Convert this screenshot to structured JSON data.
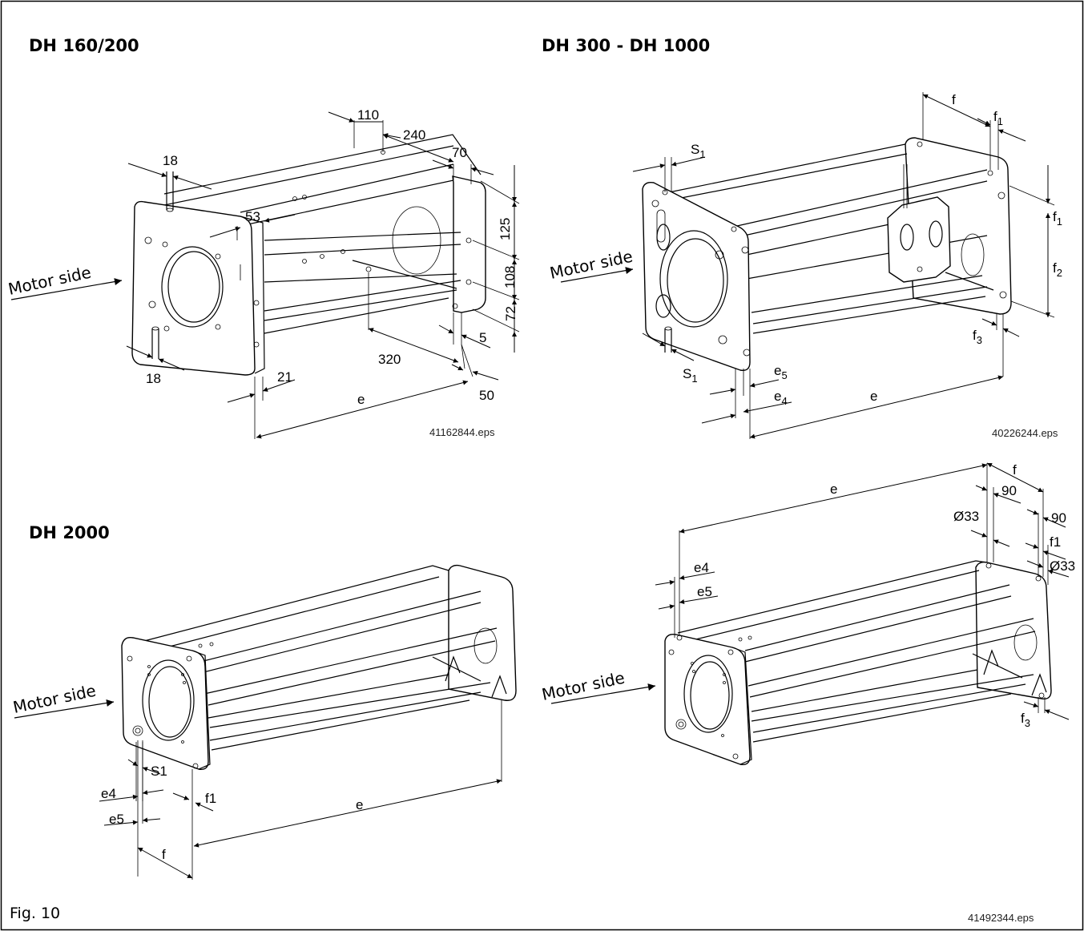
{
  "figure": {
    "caption": "Fig. 10",
    "panels": {
      "dh160": {
        "title": "DH 160/200",
        "motor_side": "Motor side",
        "file": "41162844.eps",
        "dims": {
          "d18a": "18",
          "d18b": "18",
          "d110": "110",
          "d240": "240",
          "d70": "70",
          "d53": "53",
          "d125": "125",
          "d108": "108",
          "d72": "72",
          "d5": "5",
          "d320": "320",
          "d21": "21",
          "d50": "50",
          "e": "e"
        }
      },
      "dh300": {
        "title": "DH 300 - DH 1000",
        "motor_side": "Motor side",
        "file": "40226244.eps",
        "dims": {
          "f": "f",
          "f1a": "f",
          "f1a_sub": "1",
          "f1b": "f",
          "f1b_sub": "1",
          "f2": "f",
          "f2_sub": "2",
          "f3": "f",
          "f3_sub": "3",
          "s1a": "S",
          "s1a_sub": "1",
          "s1b": "S",
          "s1b_sub": "1",
          "e5": "e",
          "e5_sub": "5",
          "e4": "e",
          "e4_sub": "4",
          "e": "e"
        }
      },
      "dh2000": {
        "title": "DH 2000",
        "motor_side": "Motor side",
        "dims": {
          "s1": "S1",
          "e4": "e4",
          "e5": "e5",
          "f1": "f1",
          "f": "f",
          "e": "e"
        }
      },
      "dh2000b": {
        "motor_side": "Motor side",
        "file": "41492344.eps",
        "dims": {
          "e": "e",
          "f": "f",
          "d90a": "90",
          "d90b": "90",
          "o33a": "Ø33",
          "o33b": "Ø33",
          "f1": "f1",
          "e4": "e4",
          "e5": "e5",
          "f3": "f",
          "f3_sub": "3"
        }
      }
    }
  }
}
